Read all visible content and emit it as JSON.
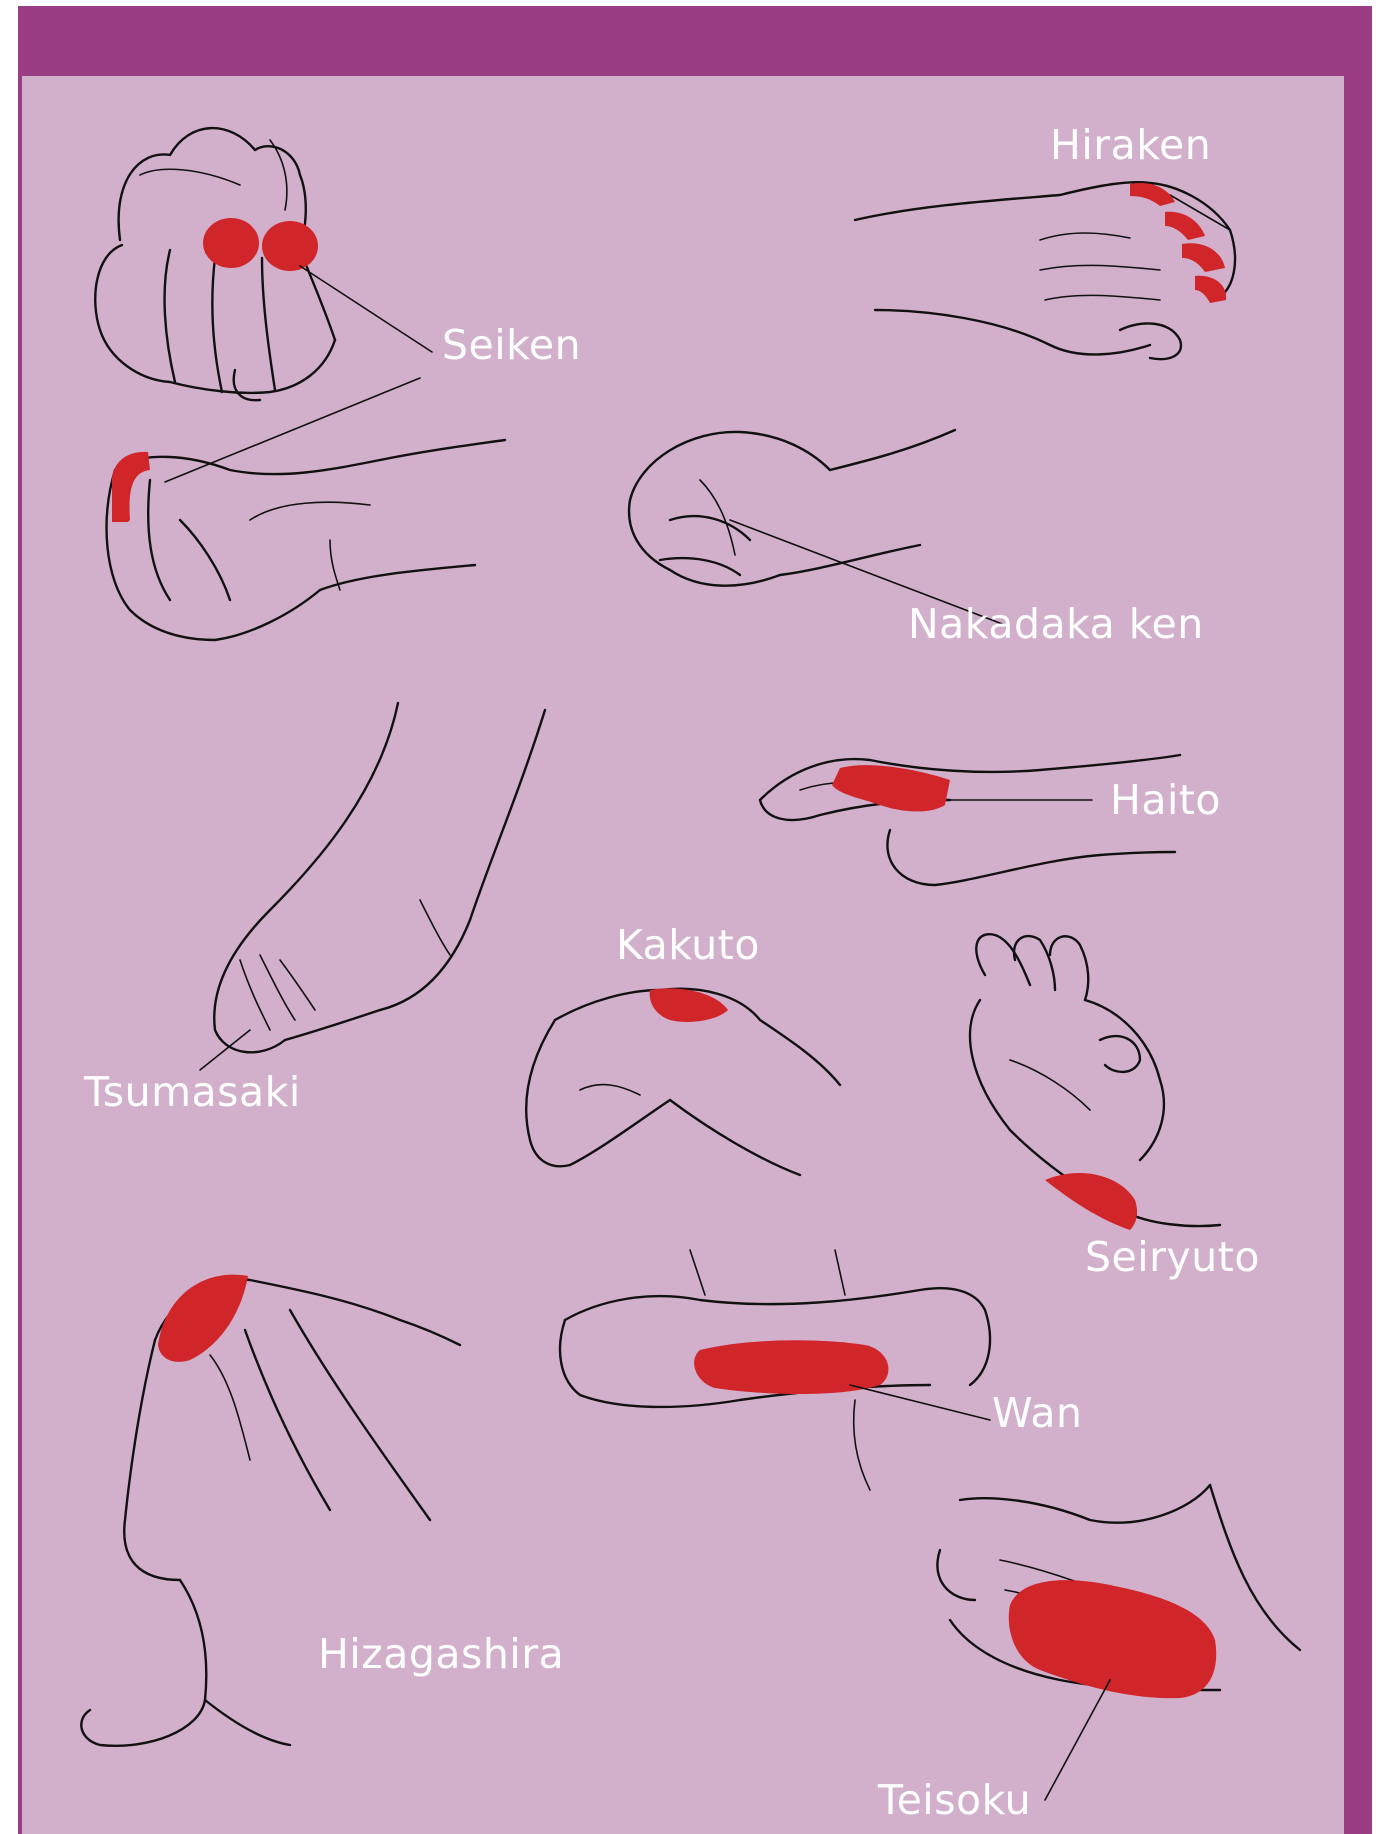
{
  "colors": {
    "frame": "#9b3d84",
    "panel": "#d2b0cc",
    "highlight": "#d0262a",
    "label_text": "#ffffff",
    "ink": "#111111"
  },
  "labels": {
    "seiken": "Seiken",
    "hiraken": "Hiraken",
    "nakadaka_ken": "Nakadaka ken",
    "haito": "Haito",
    "kakuto": "Kakuto",
    "tsumasaki": "Tsumasaki",
    "seiryuto": "Seiryuto",
    "wan": "Wan",
    "hizagashira": "Hizagashira",
    "teisoku": "Teisoku"
  }
}
